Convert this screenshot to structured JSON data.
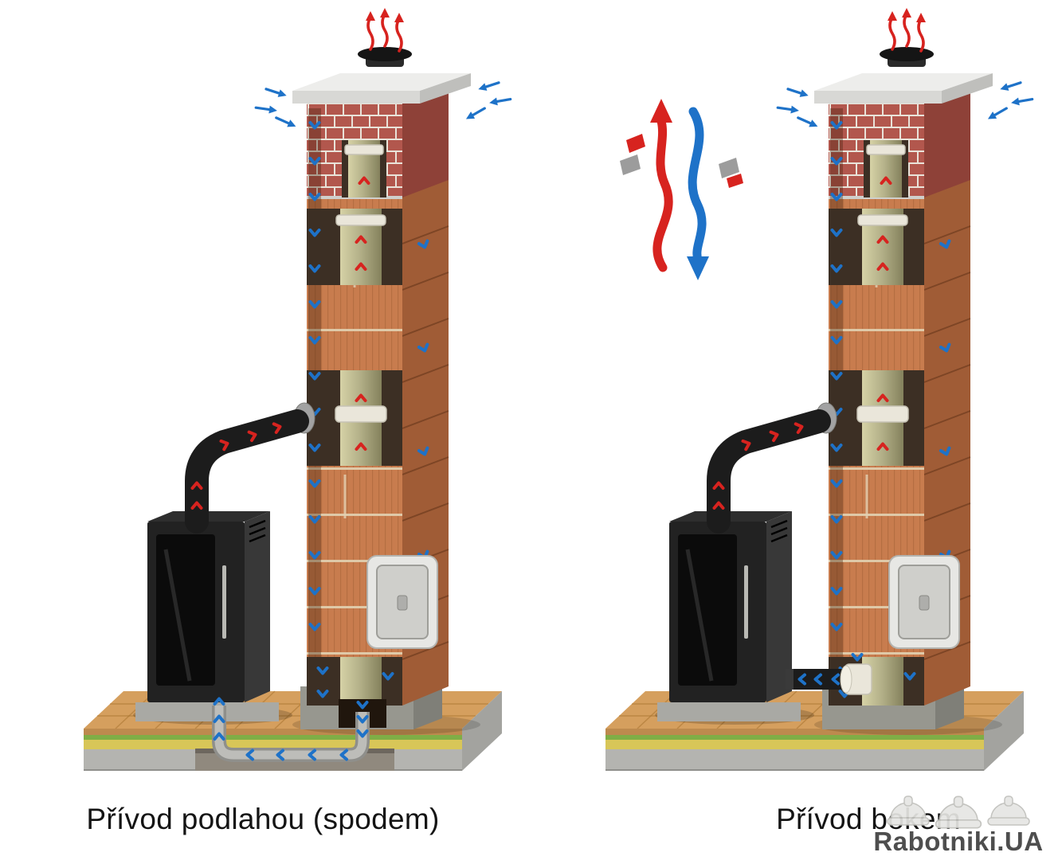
{
  "captions": {
    "left": "Přívod podlahou (spodem)",
    "right": "Přívod bokem"
  },
  "legend": {
    "up_arrow": "hot-flue-gases-up",
    "down_arrow": "combustion-air-down"
  },
  "watermark": {
    "text": "Rabotniki.UA"
  },
  "colors": {
    "arrow_red": "#d7231f",
    "arrow_blue": "#1e72c8",
    "brick_red": "#b2574d",
    "brick_mortar": "#e9e3d9",
    "block_orange": "#c87c4e",
    "block_orange_side": "#a05c36",
    "interior_dark": "#3c2f24",
    "pipe_black": "#1c1c1c",
    "pipe_metal": "#a2a2a2",
    "stove_black": "#222222",
    "stove_side": "#383838",
    "floor_wood": "#d59f5e",
    "floor_wood_line": "#a8742f",
    "insulation_yellow": "#d8c658",
    "insulation_green": "#7fae46",
    "concrete": "#b4b4b0",
    "text": "#141414",
    "watermark_text": "#3f3f3f"
  }
}
